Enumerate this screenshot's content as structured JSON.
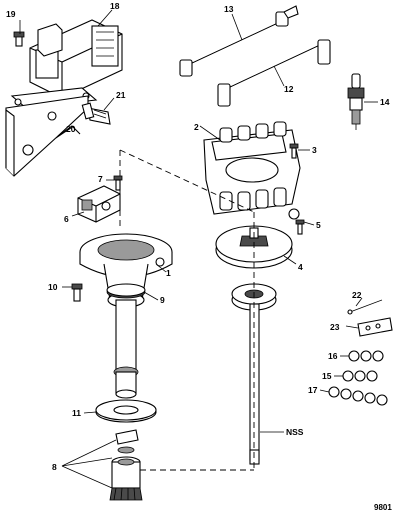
{
  "figure_number": "9801",
  "callouts": [
    {
      "id": "c19",
      "text": "19"
    },
    {
      "id": "c18",
      "text": "18"
    },
    {
      "id": "c13",
      "text": "13"
    },
    {
      "id": "c12",
      "text": "12"
    },
    {
      "id": "c14",
      "text": "14"
    },
    {
      "id": "c21",
      "text": "21"
    },
    {
      "id": "c20",
      "text": "20"
    },
    {
      "id": "c2",
      "text": "2"
    },
    {
      "id": "c3",
      "text": "3"
    },
    {
      "id": "c7",
      "text": "7"
    },
    {
      "id": "c6",
      "text": "6"
    },
    {
      "id": "c5",
      "text": "5"
    },
    {
      "id": "c4",
      "text": "4"
    },
    {
      "id": "c1",
      "text": "1"
    },
    {
      "id": "c10",
      "text": "10"
    },
    {
      "id": "c9",
      "text": "9"
    },
    {
      "id": "c22",
      "text": "22"
    },
    {
      "id": "c23",
      "text": "23"
    },
    {
      "id": "c16",
      "text": "16"
    },
    {
      "id": "c15",
      "text": "15"
    },
    {
      "id": "c17",
      "text": "17"
    },
    {
      "id": "c11",
      "text": "11"
    },
    {
      "id": "cNSS",
      "text": "NSS"
    },
    {
      "id": "c8",
      "text": "8"
    }
  ]
}
